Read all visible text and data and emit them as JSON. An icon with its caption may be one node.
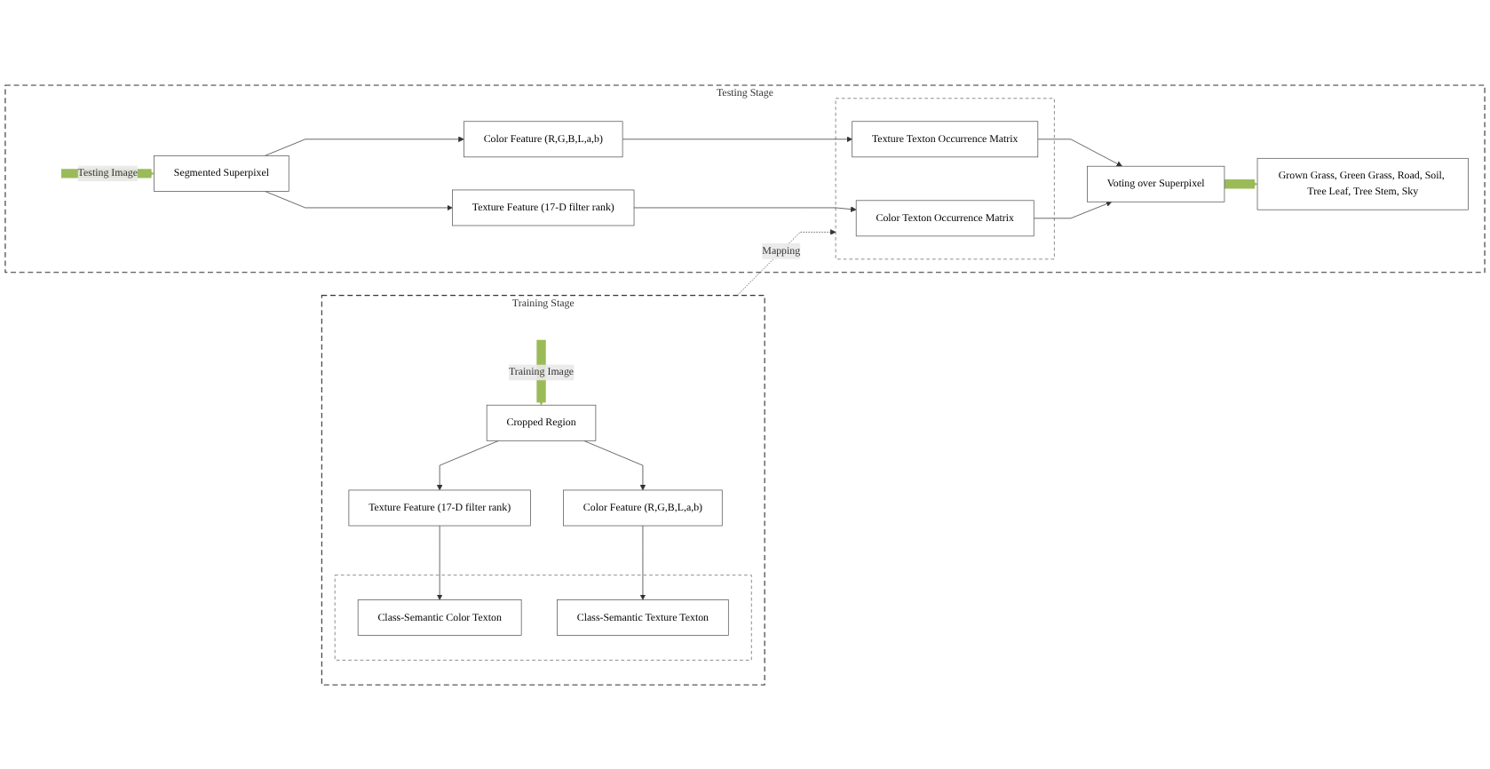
{
  "diagram": {
    "nodes": [
      {
        "text": [
          "Training Stage"
        ]
      },
      {
        "text": [
          "Cropped Region"
        ],
        "in": 0
      },
      {
        "text": [
          "Texture Feature (17-D filter rank)"
        ],
        "in": 0
      },
      {
        "text": [
          "Color Feature (R,G,B,L,a,b)"
        ],
        "in": 0
      },
      {
        "text": [],
        "shape": "box",
        "in": 0
      },
      {
        "text": [
          "Class-Semantic Color Texton"
        ],
        "in": 4
      },
      {
        "text": [
          "Class-Semantic Texture Texton"
        ],
        "in": 4
      },
      {
        "text": [
          "Testing Stage"
        ]
      },
      {
        "text": [
          "Segmented Superpixel"
        ],
        "in": 7
      },
      {
        "text": [
          "Texture Feature (17-D filter rank)"
        ],
        "in": 7
      },
      {
        "text": [
          "Color Feature (R,G,B,L,a,b)"
        ],
        "in": 7
      },
      {
        "text": [],
        "shape": "box",
        "in": 7
      },
      {
        "text": [
          "Color Texton Occurrence Matrix"
        ],
        "in": 11
      },
      {
        "text": [
          "Texture Texton Occurrence Matrix"
        ],
        "in": 11
      },
      {
        "text": [
          "Voting over Superpixel"
        ],
        "in": 7
      },
      {
        "text": [
          "Grown Grass, Green Grass, Road, Soil, Tree Leaf, Tree Stem, Sky"
        ],
        "in": 7
      }
    ],
    "edges": [
      {
        "from": null,
        "to": 1,
        "arrow": "to",
        "label": "Training Image",
        "style": "thick",
        "color": "#9bbb59"
      },
      {
        "from": 1,
        "to": 2,
        "arrow": "to"
      },
      {
        "from": 1,
        "to": 3,
        "arrow": "to"
      },
      {
        "from": 2,
        "to": 5,
        "arrow": "to"
      },
      {
        "from": 3,
        "to": 6,
        "arrow": "to"
      },
      {
        "from": 0,
        "to": 11,
        "arrow": "to",
        "label": "Mapping",
        "style": "dashed"
      },
      {
        "from": null,
        "to": 8,
        "arrow": "to",
        "label": "Testing Image",
        "style": "thick",
        "color": "#9bbb59"
      },
      {
        "from": 8,
        "to": 9,
        "arrow": "to"
      },
      {
        "from": 8,
        "to": 10,
        "arrow": "to"
      },
      {
        "from": 9,
        "to": 12,
        "arrow": "to"
      },
      {
        "from": 10,
        "to": 13,
        "arrow": "to"
      },
      {
        "from": 12,
        "to": 14,
        "arrow": "to"
      },
      {
        "from": 13,
        "to": 14,
        "arrow": "to"
      },
      {
        "from": 14,
        "to": 15,
        "arrow": "to",
        "style": "thick",
        "color": "#9bbb59"
      }
    ]
  }
}
